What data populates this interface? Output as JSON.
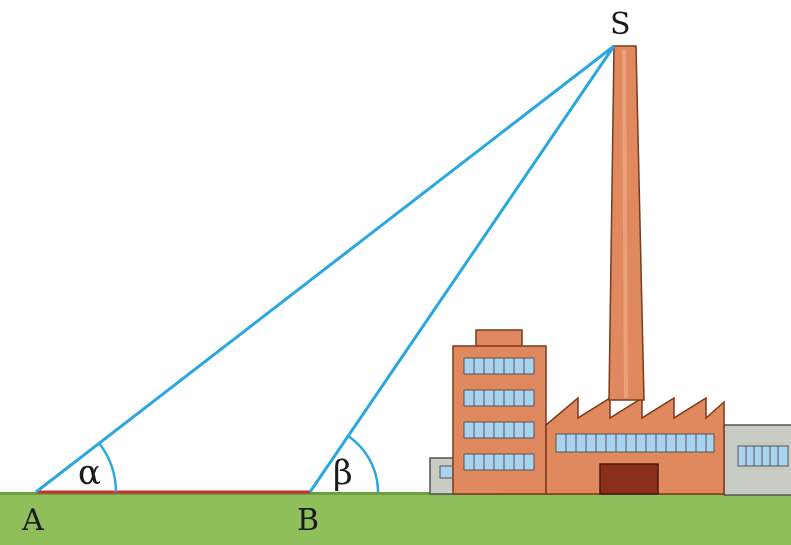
{
  "points": {
    "A": "A",
    "B": "B",
    "S": "S"
  },
  "angles": {
    "alpha": "α",
    "beta": "β"
  },
  "colors": {
    "sightline": "#2aa7e0",
    "baseline": "#c8302c",
    "ground": "#8fbf5a",
    "brick": "#e0895e",
    "brick_dark": "#b86440",
    "window": "#a9d3ee",
    "grey_building": "#c8ccc4",
    "door": "#8a2f1e"
  }
}
